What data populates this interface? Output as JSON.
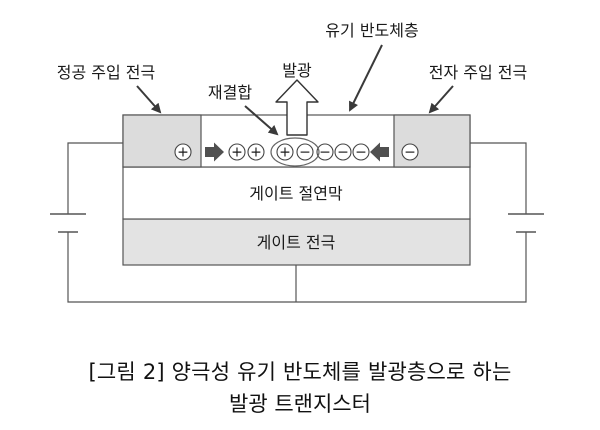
{
  "labels": {
    "hole_electrode": "정공 주입 전극",
    "electron_electrode": "전자 주입 전극",
    "semiconductor": "유기 반도체층",
    "emission": "발광",
    "recombination": "재결합",
    "gate_insulator": "게이트 절연막",
    "gate_electrode": "게이트 전극"
  },
  "symbols": {
    "hole": "+",
    "electron": "−"
  },
  "caption": {
    "line1": "[그림 2] 양극성 유기 반도체를 발광층으로 하는",
    "line2": "발광 트랜지스터"
  }
}
